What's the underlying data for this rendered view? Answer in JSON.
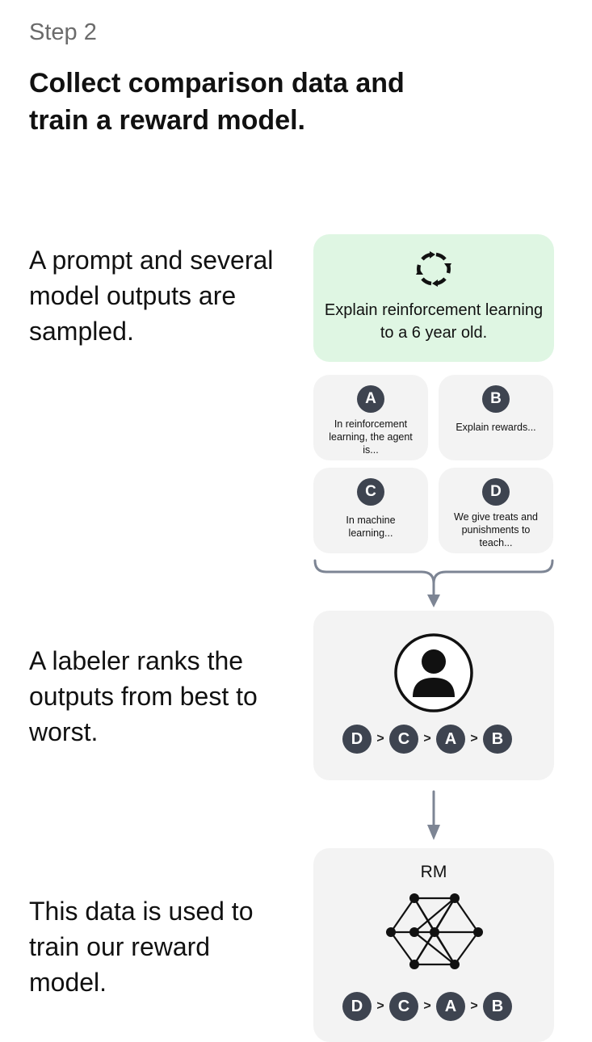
{
  "header": {
    "step": "Step 2",
    "title_line1": "Collect comparison data and",
    "title_line2": "train a reward model."
  },
  "section1": {
    "description": "A prompt and several model outputs are sampled.",
    "prompt": "Explain reinforcement learning to a 6 year old.",
    "outputs": [
      {
        "label": "A",
        "text": "In reinforcement learning, the agent is..."
      },
      {
        "label": "B",
        "text": "Explain rewards..."
      },
      {
        "label": "C",
        "text": "In machine learning..."
      },
      {
        "label": "D",
        "text": "We give treats and punishments to teach..."
      }
    ]
  },
  "section2": {
    "description": "A labeler ranks the outputs from best to worst.",
    "ranking": [
      "D",
      "C",
      "A",
      "B"
    ],
    "separator": ">"
  },
  "section3": {
    "description": "This data is used to train our reward model.",
    "model_label": "RM",
    "ranking": [
      "D",
      "C",
      "A",
      "B"
    ],
    "separator": ">"
  },
  "colors": {
    "prompt_bg": "#dff6e3",
    "card_bg": "#f3f3f3",
    "badge_bg": "#3e4450",
    "connector": "#7d8594"
  },
  "icons": {
    "prompt": "cycle-arrows-icon",
    "labeler": "person-avatar-icon",
    "model": "neural-network-icon"
  }
}
